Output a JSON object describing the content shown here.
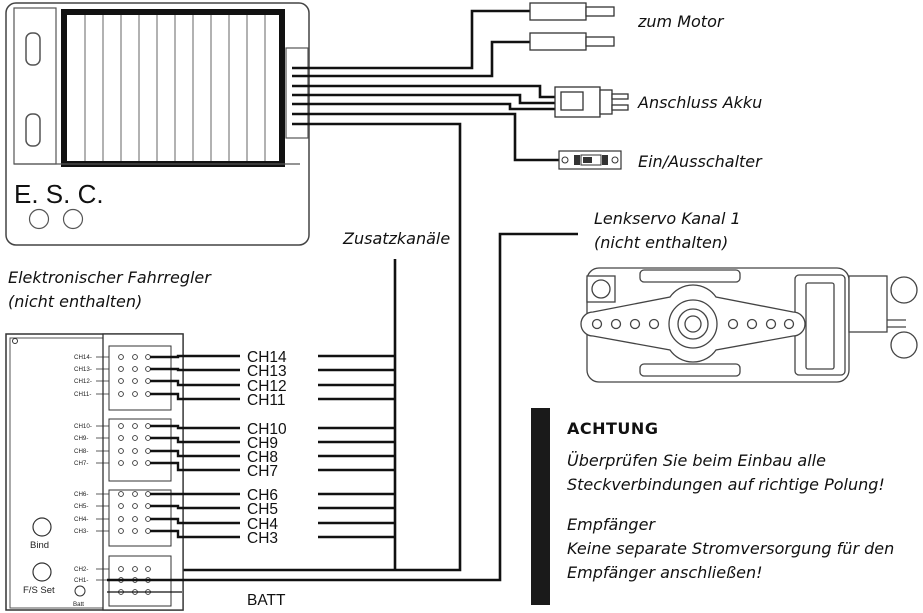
{
  "labels": {
    "motor": "zum Motor",
    "battery_connector": "Anschluss Akku",
    "switch": "Ein/Ausschalter",
    "aux_channels": "Zusatzkanäle",
    "servo_line1": "Lenkservo Kanal 1",
    "servo_line2": "(nicht enthalten)",
    "esc_line1": "Elektronischer Fahrregler",
    "esc_line2": "(nicht enthalten)"
  },
  "esc": {
    "title": "E. S. C."
  },
  "receiver": {
    "bind_label": "Bind",
    "fs_label": "F/S Set",
    "batt_small": "Batt",
    "batt_label": "BATT",
    "channels": [
      {
        "pin": "CH14-",
        "label": "CH14"
      },
      {
        "pin": "CH13-",
        "label": "CH13"
      },
      {
        "pin": "CH12-",
        "label": "CH12"
      },
      {
        "pin": "CH11-",
        "label": "CH11"
      },
      {
        "pin": "CH10-",
        "label": "CH10"
      },
      {
        "pin": "CH9-",
        "label": "CH9"
      },
      {
        "pin": "CH8-",
        "label": "CH8"
      },
      {
        "pin": "CH7-",
        "label": "CH7"
      },
      {
        "pin": "CH6-",
        "label": "CH6"
      },
      {
        "pin": "CH5-",
        "label": "CH5"
      },
      {
        "pin": "CH4-",
        "label": "CH4"
      },
      {
        "pin": "CH3-",
        "label": "CH3"
      }
    ],
    "low_pins": [
      "CH2-",
      "CH1-"
    ]
  },
  "warning": {
    "heading": "ACHTUNG",
    "line1": "Überprüfen Sie beim Einbau alle",
    "line2": "Steckverbindungen auf richtige Polung!",
    "line3": "Empfänger",
    "line4": "Keine separate Stromversorgung für den",
    "line5": "Empfänger anschließen!"
  }
}
